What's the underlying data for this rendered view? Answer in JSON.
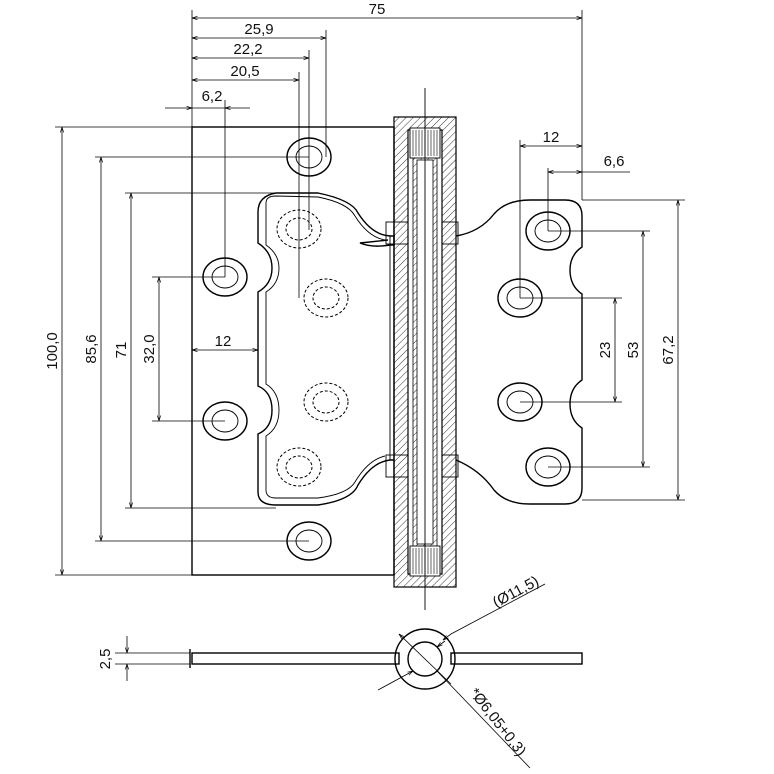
{
  "title": "",
  "dimensions": {
    "top": [
      "75",
      "25,9",
      "22,2",
      "20,5",
      "6,2",
      "12",
      "6,6"
    ],
    "left": [
      "100,0",
      "85,6",
      "71",
      "32,0",
      "12"
    ],
    "right": [
      "23",
      "53",
      "67,2"
    ],
    "bottom": {
      "thickness": "2,5",
      "knuckle_outer": "(Ø11,5)",
      "pin": "*Ø6,05+0,3)"
    }
  },
  "labels": {
    "d75": "75",
    "d259": "25,9",
    "d222": "22,2",
    "d205": "20,5",
    "d62": "6,2",
    "d12top": "12",
    "d66": "6,6",
    "d100": "100,0",
    "d856": "85,6",
    "d71": "71",
    "d320": "32,0",
    "d12left": "12",
    "d23": "23",
    "d53": "53",
    "d672": "67,2",
    "d25": "2,5",
    "dphi115": "(Ø11,5)",
    "dphi605": "*Ø6,05+0,3)"
  }
}
